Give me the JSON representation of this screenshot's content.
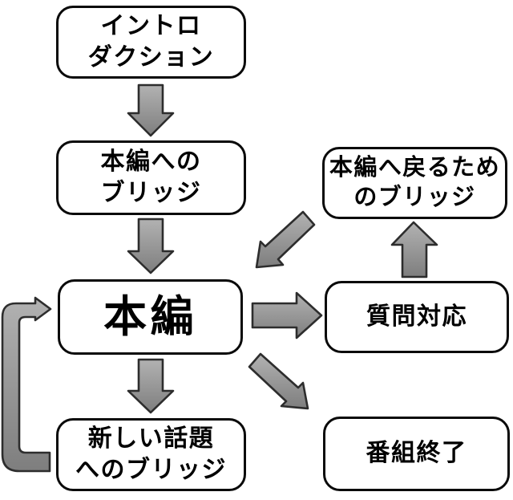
{
  "nodes": {
    "introduction": {
      "lines": [
        "イントロ",
        "ダクション"
      ]
    },
    "bridge_to_main": {
      "lines": [
        "本編への",
        "ブリッジ"
      ]
    },
    "main": {
      "lines": [
        "本編"
      ]
    },
    "bridge_to_new_topic": {
      "lines": [
        "新しい話題",
        "へのブリッジ"
      ]
    },
    "bridge_back_to_main": {
      "lines": [
        "本編へ戻るため",
        "のブリッジ"
      ]
    },
    "question_handling": {
      "lines": [
        "質問対応"
      ]
    },
    "program_end": {
      "lines": [
        "番組終了"
      ]
    }
  },
  "connections": [
    {
      "from": "イントロダクション",
      "to": "本編へのブリッジ",
      "direction": "down"
    },
    {
      "from": "本編へのブリッジ",
      "to": "本編",
      "direction": "down"
    },
    {
      "from": "本編",
      "to": "質問対応",
      "direction": "right"
    },
    {
      "from": "質問対応",
      "to": "本編へ戻るためのブリッジ",
      "direction": "up"
    },
    {
      "from": "本編へ戻るためのブリッジ",
      "to": "本編",
      "direction": "diagonal-down-left"
    },
    {
      "from": "本編",
      "to": "新しい話題へのブリッジ",
      "direction": "down"
    },
    {
      "from": "本編",
      "to": "番組終了",
      "direction": "diagonal-down-right"
    },
    {
      "from": "新しい話題へのブリッジ",
      "to": "本編",
      "direction": "loop-left-up"
    }
  ],
  "colors": {
    "arrow_fill_top": "#b2b2b2",
    "arrow_fill_bottom": "#7e7e7e",
    "arrow_stroke": "#2d2d2d",
    "box_border": "#0a0a0a",
    "box_fill": "#ffffff",
    "background": "#ffffff",
    "text": "#000000"
  }
}
